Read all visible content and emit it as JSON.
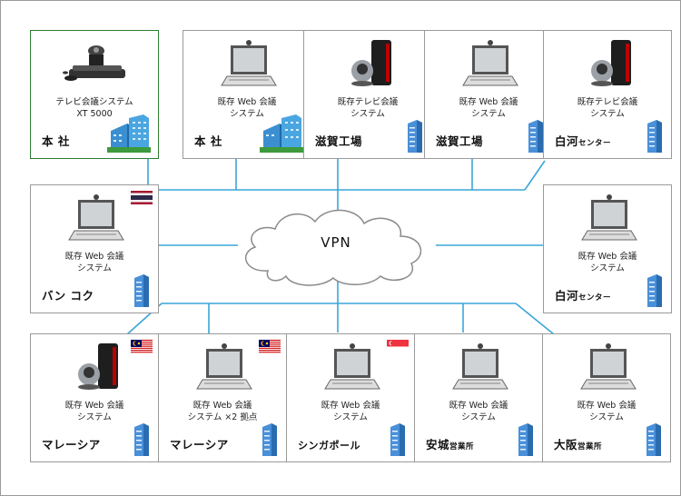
{
  "network": {
    "label": "VPN"
  },
  "sites": [
    {
      "id": "s1",
      "caption": "テレビ会議システム\nXT 5000",
      "location": "本 社",
      "location_sub": "",
      "device": "codec-icon",
      "building": "office-icon",
      "flag": ""
    },
    {
      "id": "s2",
      "caption": "既存 Web 会議\nシステム",
      "location": "本 社",
      "location_sub": "",
      "device": "laptop-icon",
      "building": "office-icon",
      "flag": ""
    },
    {
      "id": "s3",
      "caption": "既存テレビ会議\nシステム",
      "location": "滋賀工場",
      "location_sub": "",
      "device": "video-unit-icon",
      "building": "server-icon",
      "flag": ""
    },
    {
      "id": "s4",
      "caption": "既存 Web 会議\nシステム",
      "location": "滋賀工場",
      "location_sub": "",
      "device": "laptop-icon",
      "building": "server-icon",
      "flag": ""
    },
    {
      "id": "s5",
      "caption": "既存テレビ会議\nシステム",
      "location": "白河",
      "location_sub": "センター",
      "device": "video-unit-icon",
      "building": "server-icon",
      "flag": ""
    },
    {
      "id": "s6",
      "caption": "既存 Web 会議\nシステム",
      "location": "バン コク",
      "location_sub": "",
      "device": "laptop-icon",
      "building": "server-icon",
      "flag": "thailand-flag"
    },
    {
      "id": "s7",
      "caption": "既存 Web 会議\nシステム",
      "location": "白河",
      "location_sub": "センター",
      "device": "laptop-icon",
      "building": "server-icon",
      "flag": ""
    },
    {
      "id": "s8",
      "caption": "既存 Web 会議\nシステム",
      "location": "マレーシア",
      "location_sub": "",
      "device": "video-unit-icon",
      "building": "server-icon",
      "flag": "malaysia-flag"
    },
    {
      "id": "s9",
      "caption": "既存 Web 会議\nシステム ×2 拠点",
      "location": "マレーシア",
      "location_sub": "",
      "device": "laptop-icon",
      "building": "server-icon",
      "flag": "malaysia-flag"
    },
    {
      "id": "s10",
      "caption": "既存 Web 会議\nシステム",
      "location": "シンガポール",
      "location_sub": "",
      "device": "laptop-icon",
      "building": "server-icon",
      "flag": "singapore-flag"
    },
    {
      "id": "s11",
      "caption": "既存 Web 会議\nシステム",
      "location": "安城",
      "location_sub": "営業所",
      "device": "laptop-icon",
      "building": "server-icon",
      "flag": ""
    },
    {
      "id": "s12",
      "caption": "既存 Web 会議\nシステム",
      "location": "大阪",
      "location_sub": "営業所",
      "device": "laptop-icon",
      "building": "server-icon",
      "flag": ""
    }
  ],
  "colors": {
    "link": "#3aa5d8",
    "border": "#9a9a9a",
    "highlight_border": "#2e7d32"
  }
}
